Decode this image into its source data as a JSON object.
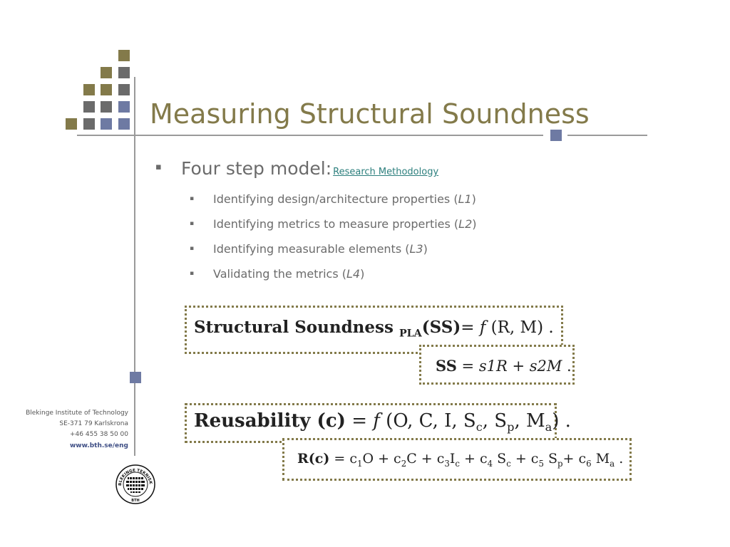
{
  "slide": {
    "title": "Measuring Structural Soundness",
    "bullet_main": "Four step model:",
    "link_text": "Research Methodology",
    "sub_bullets": [
      {
        "prefix": "Identifying design/architecture properties (",
        "italic": "L1",
        "suffix": ")"
      },
      {
        "prefix": "Identifying metrics to measure properties (",
        "italic": "L2",
        "suffix": ")"
      },
      {
        "prefix": "Identifying measurable elements (",
        "italic": "L3",
        "suffix": ")"
      },
      {
        "prefix": "Validating the metrics (",
        "italic": "L4",
        "suffix": ")"
      }
    ],
    "bullet_marker": "▪"
  },
  "formulas": {
    "f1": {
      "bold": "Structural Soundness ",
      "sub": "PLA",
      "bold2": "(SS)",
      "eq": "= ",
      "f": "f",
      "rest": " (R, M) ."
    },
    "f2": {
      "bold": "SS",
      "eq": " = ",
      "term1": "s1R",
      "plus": " + ",
      "term2": "s2M",
      "end": " ."
    },
    "f3": {
      "bold": "Reusability (c)",
      "eq": " = ",
      "f": "f",
      "rest": " (O, C, I, S",
      "s1": "c",
      "r2": ", S",
      "s2": "p",
      "r3": ", M",
      "s3": "a",
      "end": ") ."
    },
    "f4": {
      "bold": "R(c)",
      "text": " = c",
      "s1": "1",
      "t2": "O + c",
      "s2": "2",
      "t3": "C + c",
      "s3": "3",
      "t4": "I",
      "s4": "c",
      "t5": " + c",
      "s5": "4",
      "t6": " S",
      "s6": "c",
      "t7": " + c",
      "s7": "5",
      "t8": " S",
      "s8": "p",
      "t9": "+ c",
      "s9": "6",
      "t10": " M",
      "s10": "a",
      "end": " ."
    }
  },
  "footer": {
    "institute": "Blekinge Institute of Technology",
    "address": "SE-371 79 Karlskrona",
    "phone": "+46 455 38 50 00",
    "web": "www.bth.se/eng",
    "seal_text": "BLEKINGE TEKNISKA HÖGSKOLA",
    "seal_abbr": "BTH"
  },
  "colors": {
    "olive": "#837a4a",
    "gray": "#6b6b6b",
    "blue": "#6e7aa3",
    "link": "#2c7f7d"
  }
}
